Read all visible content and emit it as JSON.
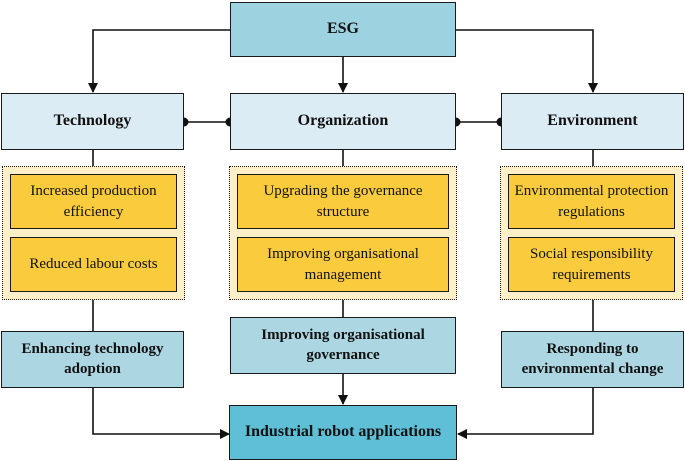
{
  "top": {
    "label": "ESG"
  },
  "categories": [
    {
      "label": "Technology"
    },
    {
      "label": "Organization"
    },
    {
      "label": "Environment"
    }
  ],
  "factors": {
    "technology": [
      "Increased production efficiency",
      "Reduced labour costs"
    ],
    "organization": [
      "Upgrading the governance structure",
      "Improving organisational management"
    ],
    "environment": [
      "Environmental protection regulations",
      "Social responsibility requirements"
    ]
  },
  "outcomes": [
    {
      "label": "Enhancing technology adoption"
    },
    {
      "label": "Improving organisational governance"
    },
    {
      "label": "Responding to environmental change"
    }
  ],
  "final": {
    "label": "Industrial robot applications"
  },
  "colors": {
    "top_box": "#9dd3e0",
    "category_box": "#dcecf4",
    "factor_box": "#fbcb3e",
    "factor_group": "#fdefc8",
    "outcome_box": "#acd6e2",
    "final_box": "#5ebfd6"
  }
}
